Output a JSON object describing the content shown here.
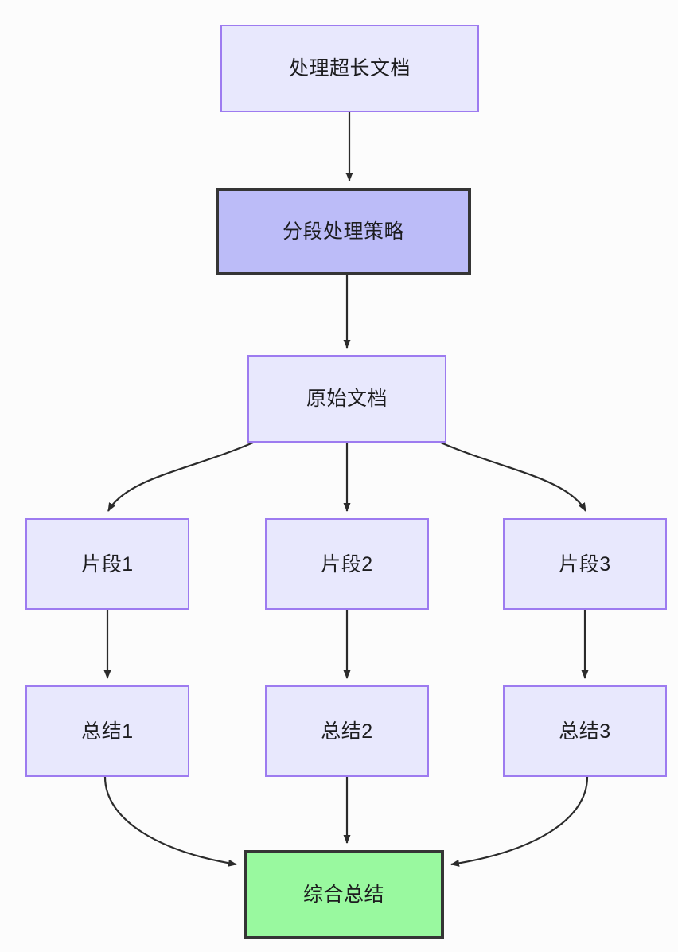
{
  "diagram": {
    "type": "flowchart",
    "direction": "top-to-bottom",
    "background_color": "#fcfcfc",
    "palette": {
      "default_fill": "#e8e8fd",
      "default_stroke": "#9d7bf0",
      "emphasis_fill": "#bcbcf8",
      "emphasis_stroke": "#353535",
      "result_fill": "#99f99f",
      "result_stroke": "#353535",
      "edge_color": "#2b2b2b",
      "text_color": "#1d1d1f"
    },
    "nodes": [
      {
        "id": "root",
        "label": "处理超长文档",
        "style": "default"
      },
      {
        "id": "strategy",
        "label": "分段处理策略",
        "style": "emphasis"
      },
      {
        "id": "source",
        "label": "原始文档",
        "style": "default"
      },
      {
        "id": "chunk1",
        "label": "片段1",
        "style": "default"
      },
      {
        "id": "chunk2",
        "label": "片段2",
        "style": "default"
      },
      {
        "id": "chunk3",
        "label": "片段3",
        "style": "default"
      },
      {
        "id": "summary1",
        "label": "总结1",
        "style": "default"
      },
      {
        "id": "summary2",
        "label": "总结2",
        "style": "default"
      },
      {
        "id": "summary3",
        "label": "总结3",
        "style": "default"
      },
      {
        "id": "final",
        "label": "综合总结",
        "style": "result"
      }
    ],
    "edges": [
      {
        "from": "root",
        "to": "strategy",
        "shape": "straight",
        "arrow": "end"
      },
      {
        "from": "strategy",
        "to": "source",
        "shape": "straight",
        "arrow": "end"
      },
      {
        "from": "source",
        "to": "chunk1",
        "shape": "curved",
        "arrow": "end"
      },
      {
        "from": "source",
        "to": "chunk2",
        "shape": "straight",
        "arrow": "end"
      },
      {
        "from": "source",
        "to": "chunk3",
        "shape": "curved",
        "arrow": "end"
      },
      {
        "from": "chunk1",
        "to": "summary1",
        "shape": "straight",
        "arrow": "end"
      },
      {
        "from": "chunk2",
        "to": "summary2",
        "shape": "straight",
        "arrow": "end"
      },
      {
        "from": "chunk3",
        "to": "summary3",
        "shape": "straight",
        "arrow": "end"
      },
      {
        "from": "summary1",
        "to": "final",
        "shape": "curved",
        "arrow": "end"
      },
      {
        "from": "summary2",
        "to": "final",
        "shape": "straight",
        "arrow": "end"
      },
      {
        "from": "summary3",
        "to": "final",
        "shape": "curved",
        "arrow": "end"
      }
    ]
  }
}
